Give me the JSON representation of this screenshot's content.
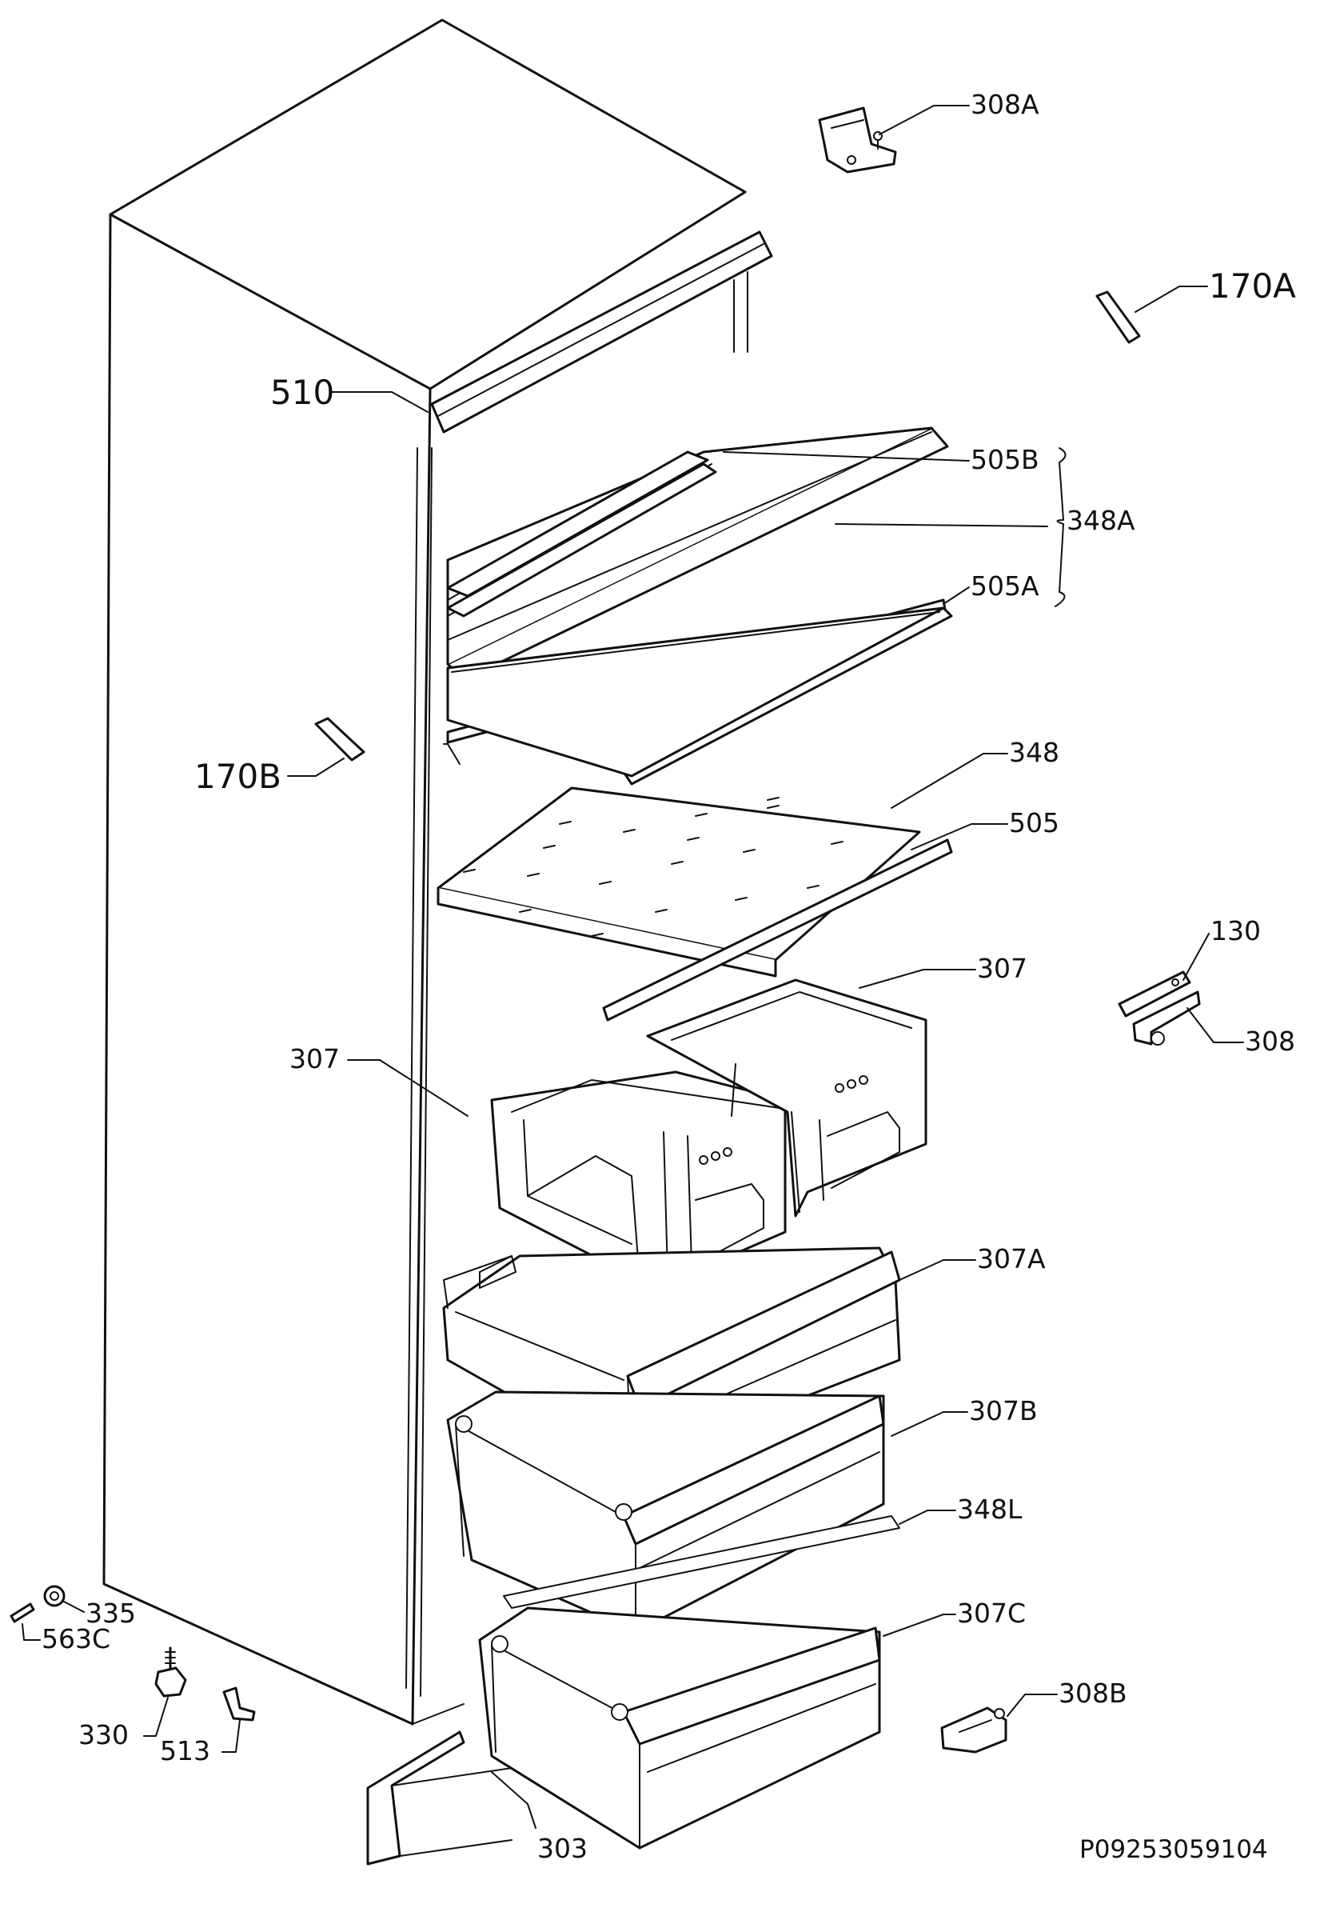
{
  "diagram": {
    "reference": "P09253059104",
    "labels": {
      "l308A": "308A",
      "l170A": "170A",
      "l510": "510",
      "l505B": "505B",
      "l348A": "348A",
      "l505A": "505A",
      "l170B": "170B",
      "l348": "348",
      "l505": "505",
      "l130": "130",
      "l307_right": "307",
      "l308": "308",
      "l307_left": "307",
      "l307A": "307A",
      "l307B": "307B",
      "l348L": "348L",
      "l335": "335",
      "l563C": "563C",
      "l307C": "307C",
      "l330": "330",
      "l513": "513",
      "l308B": "308B",
      "l303": "303"
    }
  }
}
